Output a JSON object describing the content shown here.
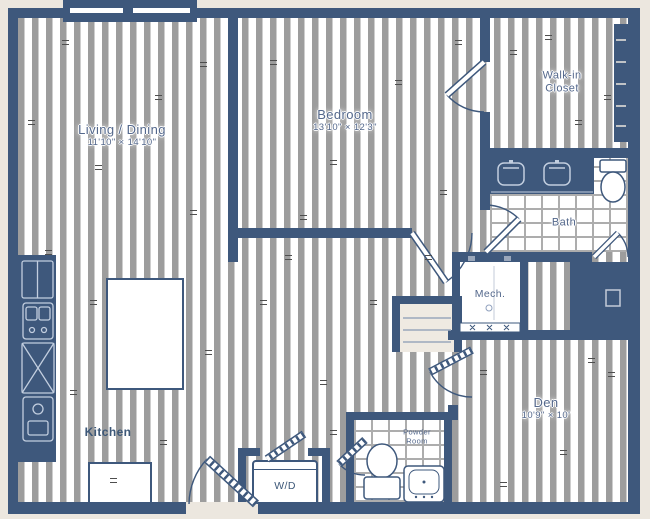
{
  "rooms": {
    "living": {
      "name": "Living / Dining",
      "dims": "11'10\" × 14'10\""
    },
    "bedroom": {
      "name": "Bedroom",
      "dims": "13'10\" × 12'3\""
    },
    "walkin": {
      "name": "Walk-in Closet",
      "dims": ""
    },
    "bath": {
      "name": "Bath",
      "dims": ""
    },
    "mech": {
      "name": "Mech.",
      "dims": ""
    },
    "den": {
      "name": "Den",
      "dims": "10'9\" × 10'"
    },
    "kitchen": {
      "name": "Kitchen",
      "dims": ""
    },
    "powder": {
      "name": "Powder Room",
      "dims": ""
    },
    "laundry": {
      "name": "W/D",
      "dims": ""
    }
  },
  "palette": {
    "wall": "#3E587C",
    "floor_plank_stripe": "#9D9D9D",
    "floor_white": "#FFFFFF",
    "background_cream": "#ECE7DF",
    "tile_line": "#ADADAD",
    "label_text": "#54688C"
  }
}
